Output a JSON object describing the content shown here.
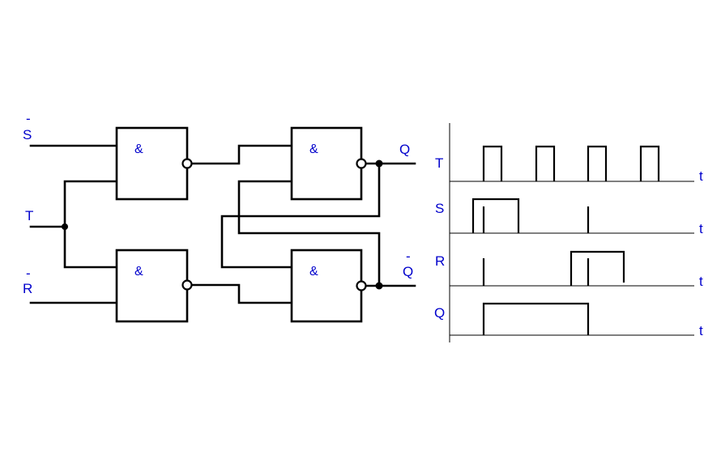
{
  "colors": {
    "label": "#0000cc",
    "line": "#000000"
  },
  "inputs": {
    "s_label": "S",
    "s_bar": "-",
    "t_label": "T",
    "r_label": "R",
    "r_bar": "-"
  },
  "outputs": {
    "q_label": "Q",
    "qbar_label": "Q",
    "qbar_bar": "-"
  },
  "gates": {
    "g1": "&",
    "g2": "&",
    "g3": "&",
    "g4": "&"
  },
  "timing": {
    "time_label": "t",
    "rows": [
      {
        "signal": "T",
        "axis_label": "t"
      },
      {
        "signal": "S",
        "axis_label": "t"
      },
      {
        "signal": "R",
        "axis_label": "t"
      },
      {
        "signal": "Q",
        "axis_label": "t"
      }
    ]
  }
}
